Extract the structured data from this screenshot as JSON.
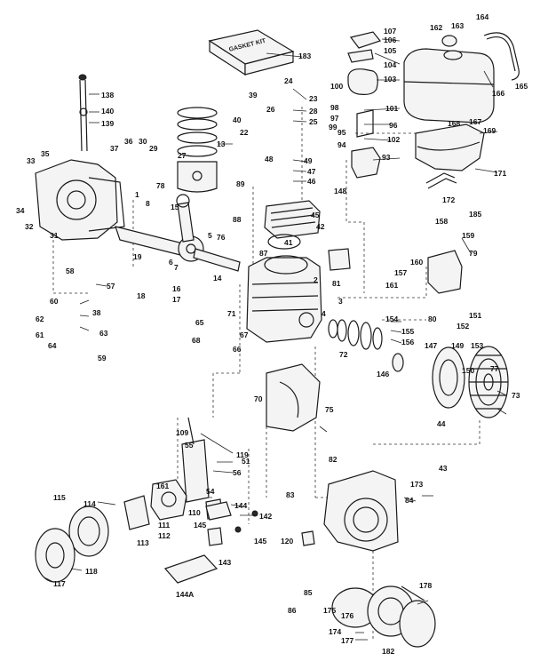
{
  "colors": {
    "ink": "#1a1a1a",
    "paper": "#ffffff"
  },
  "gasket_kit_label": "GASKET KIT",
  "callouts": [
    {
      "id": "c1",
      "text": "1"
    },
    {
      "id": "c2",
      "text": "2"
    },
    {
      "id": "c3",
      "text": "3"
    },
    {
      "id": "c4",
      "text": "4"
    },
    {
      "id": "c5",
      "text": "5"
    },
    {
      "id": "c6",
      "text": "6"
    },
    {
      "id": "c7",
      "text": "7"
    },
    {
      "id": "c8",
      "text": "8"
    },
    {
      "id": "c13",
      "text": "13"
    },
    {
      "id": "c14",
      "text": "14"
    },
    {
      "id": "c15",
      "text": "15"
    },
    {
      "id": "c16",
      "text": "16"
    },
    {
      "id": "c17",
      "text": "17"
    },
    {
      "id": "c18",
      "text": "18"
    },
    {
      "id": "c19",
      "text": "19"
    },
    {
      "id": "c22",
      "text": "22"
    },
    {
      "id": "c23",
      "text": "23"
    },
    {
      "id": "c24",
      "text": "24"
    },
    {
      "id": "c25",
      "text": "25"
    },
    {
      "id": "c26",
      "text": "26"
    },
    {
      "id": "c27",
      "text": "27"
    },
    {
      "id": "c28",
      "text": "28"
    },
    {
      "id": "c29",
      "text": "29"
    },
    {
      "id": "c30",
      "text": "30"
    },
    {
      "id": "c31",
      "text": "31"
    },
    {
      "id": "c32",
      "text": "32"
    },
    {
      "id": "c33",
      "text": "33"
    },
    {
      "id": "c34",
      "text": "34"
    },
    {
      "id": "c35",
      "text": "35"
    },
    {
      "id": "c36",
      "text": "36"
    },
    {
      "id": "c37",
      "text": "37"
    },
    {
      "id": "c38",
      "text": "38"
    },
    {
      "id": "c39",
      "text": "39"
    },
    {
      "id": "c40",
      "text": "40"
    },
    {
      "id": "c41",
      "text": "41"
    },
    {
      "id": "c42",
      "text": "42"
    },
    {
      "id": "c43",
      "text": "43"
    },
    {
      "id": "c44",
      "text": "44"
    },
    {
      "id": "c45",
      "text": "45"
    },
    {
      "id": "c46",
      "text": "46"
    },
    {
      "id": "c47",
      "text": "47"
    },
    {
      "id": "c48",
      "text": "48"
    },
    {
      "id": "c49",
      "text": "49"
    },
    {
      "id": "c51",
      "text": "51"
    },
    {
      "id": "c54",
      "text": "54"
    },
    {
      "id": "c55",
      "text": "55"
    },
    {
      "id": "c56",
      "text": "56"
    },
    {
      "id": "c57",
      "text": "57"
    },
    {
      "id": "c58",
      "text": "58"
    },
    {
      "id": "c59",
      "text": "59"
    },
    {
      "id": "c60",
      "text": "60"
    },
    {
      "id": "c61",
      "text": "61"
    },
    {
      "id": "c62",
      "text": "62"
    },
    {
      "id": "c63",
      "text": "63"
    },
    {
      "id": "c64",
      "text": "64"
    },
    {
      "id": "c65",
      "text": "65"
    },
    {
      "id": "c66",
      "text": "66"
    },
    {
      "id": "c67",
      "text": "67"
    },
    {
      "id": "c68",
      "text": "68"
    },
    {
      "id": "c70",
      "text": "70"
    },
    {
      "id": "c71",
      "text": "71"
    },
    {
      "id": "c72",
      "text": "72"
    },
    {
      "id": "c73",
      "text": "73"
    },
    {
      "id": "c75",
      "text": "75"
    },
    {
      "id": "c76",
      "text": "76"
    },
    {
      "id": "c77",
      "text": "77"
    },
    {
      "id": "c78",
      "text": "78"
    },
    {
      "id": "c79",
      "text": "79"
    },
    {
      "id": "c80",
      "text": "80"
    },
    {
      "id": "c81",
      "text": "81"
    },
    {
      "id": "c82",
      "text": "82"
    },
    {
      "id": "c83",
      "text": "83"
    },
    {
      "id": "c84",
      "text": "84"
    },
    {
      "id": "c85",
      "text": "85"
    },
    {
      "id": "c86",
      "text": "86"
    },
    {
      "id": "c87",
      "text": "87"
    },
    {
      "id": "c88",
      "text": "88"
    },
    {
      "id": "c89",
      "text": "89"
    },
    {
      "id": "c93",
      "text": "93"
    },
    {
      "id": "c94",
      "text": "94"
    },
    {
      "id": "c95",
      "text": "95"
    },
    {
      "id": "c96",
      "text": "96"
    },
    {
      "id": "c97",
      "text": "97"
    },
    {
      "id": "c98",
      "text": "98"
    },
    {
      "id": "c99",
      "text": "99"
    },
    {
      "id": "c100",
      "text": "100"
    },
    {
      "id": "c101",
      "text": "101"
    },
    {
      "id": "c102",
      "text": "102"
    },
    {
      "id": "c103",
      "text": "103"
    },
    {
      "id": "c104",
      "text": "104"
    },
    {
      "id": "c105",
      "text": "105"
    },
    {
      "id": "c106",
      "text": "106"
    },
    {
      "id": "c107",
      "text": "107"
    },
    {
      "id": "c109",
      "text": "109"
    },
    {
      "id": "c110",
      "text": "110"
    },
    {
      "id": "c111",
      "text": "111"
    },
    {
      "id": "c112",
      "text": "112"
    },
    {
      "id": "c113",
      "text": "113"
    },
    {
      "id": "c114",
      "text": "114"
    },
    {
      "id": "c115",
      "text": "115"
    },
    {
      "id": "c117",
      "text": "117"
    },
    {
      "id": "c118",
      "text": "118"
    },
    {
      "id": "c119",
      "text": "119"
    },
    {
      "id": "c120",
      "text": "120"
    },
    {
      "id": "c138",
      "text": "138"
    },
    {
      "id": "c139",
      "text": "139"
    },
    {
      "id": "c140",
      "text": "140"
    },
    {
      "id": "c142",
      "text": "142"
    },
    {
      "id": "c143",
      "text": "143"
    },
    {
      "id": "c144",
      "text": "144"
    },
    {
      "id": "c144a",
      "text": "144A"
    },
    {
      "id": "c145",
      "text": "145"
    },
    {
      "id": "c145b",
      "text": "145"
    },
    {
      "id": "c146",
      "text": "146"
    },
    {
      "id": "c147",
      "text": "147"
    },
    {
      "id": "c148",
      "text": "148"
    },
    {
      "id": "c149",
      "text": "149"
    },
    {
      "id": "c150",
      "text": "150"
    },
    {
      "id": "c151",
      "text": "151"
    },
    {
      "id": "c152",
      "text": "152"
    },
    {
      "id": "c153",
      "text": "153"
    },
    {
      "id": "c154",
      "text": "154"
    },
    {
      "id": "c155",
      "text": "155"
    },
    {
      "id": "c156",
      "text": "156"
    },
    {
      "id": "c157",
      "text": "157"
    },
    {
      "id": "c158",
      "text": "158"
    },
    {
      "id": "c159",
      "text": "159"
    },
    {
      "id": "c160",
      "text": "160"
    },
    {
      "id": "c161",
      "text": "161"
    },
    {
      "id": "c161b",
      "text": "161"
    },
    {
      "id": "c162",
      "text": "162"
    },
    {
      "id": "c163",
      "text": "163"
    },
    {
      "id": "c164",
      "text": "164"
    },
    {
      "id": "c165",
      "text": "165"
    },
    {
      "id": "c166",
      "text": "166"
    },
    {
      "id": "c167",
      "text": "167"
    },
    {
      "id": "c168",
      "text": "168"
    },
    {
      "id": "c169",
      "text": "169"
    },
    {
      "id": "c171",
      "text": "171"
    },
    {
      "id": "c172",
      "text": "172"
    },
    {
      "id": "c173",
      "text": "173"
    },
    {
      "id": "c174",
      "text": "174"
    },
    {
      "id": "c175",
      "text": "175"
    },
    {
      "id": "c176",
      "text": "176"
    },
    {
      "id": "c177",
      "text": "177"
    },
    {
      "id": "c178",
      "text": "178"
    },
    {
      "id": "c182",
      "text": "182"
    },
    {
      "id": "c183",
      "text": "183"
    },
    {
      "id": "c185",
      "text": "185"
    }
  ]
}
